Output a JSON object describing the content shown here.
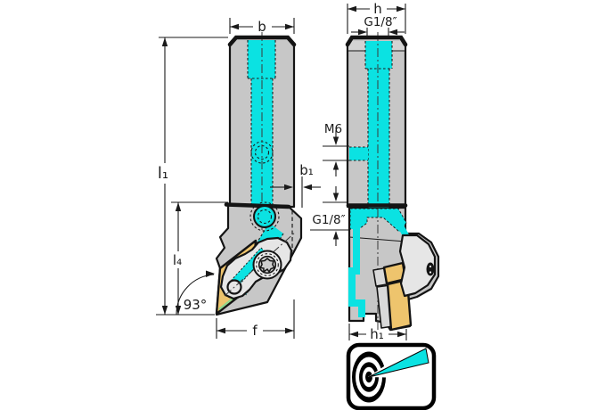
{
  "front_view": {
    "dim_b": "b",
    "dim_b1": "b₁",
    "dim_l1": "l₁",
    "dim_l4": "l₄",
    "dim_f": "f",
    "angle": "93°"
  },
  "side_view": {
    "dim_h": "h",
    "port_top": "G1/8″",
    "port_m6": "M6",
    "port_side": "G1/8″",
    "dim_h1": "h₁"
  },
  "colors": {
    "body_gray": "#c7c7c7",
    "clamp_gray": "#e6e6e6",
    "coolant_cyan": "#0be2e2",
    "insert_yellow": "#eec46d",
    "edge_black": "#141414",
    "insert_edge_green": "#8ed88e"
  },
  "icon": {
    "name": "precision-coolant-target"
  }
}
